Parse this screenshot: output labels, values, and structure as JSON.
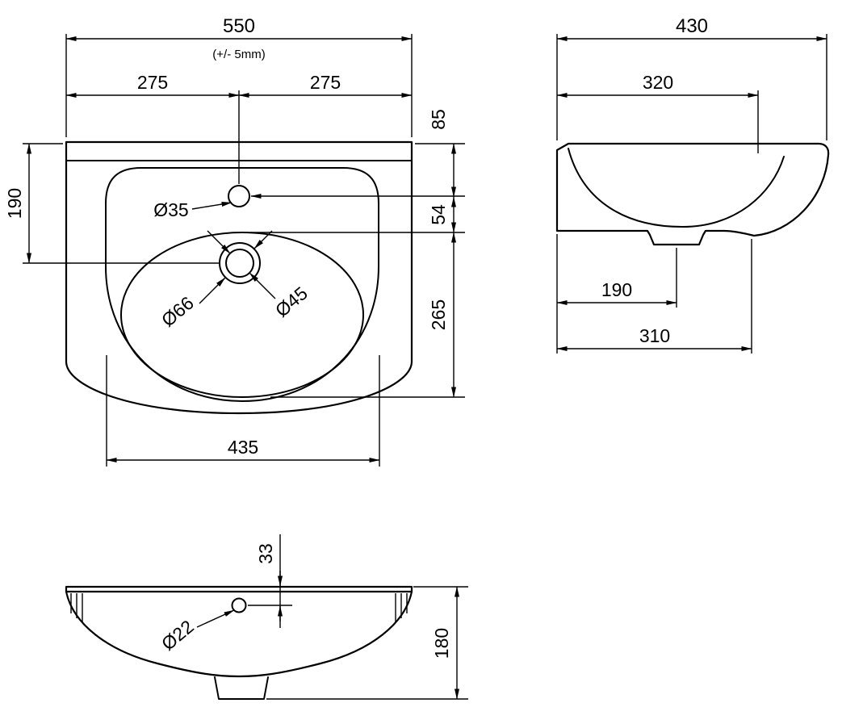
{
  "drawing": {
    "plan": {
      "overall_width": "550",
      "tolerance": "(+/- 5mm)",
      "half_width_left": "275",
      "half_width_right": "275",
      "rim_to_drain": "190",
      "rim_to_tap": "85",
      "tap_to_bowl": "54",
      "bowl_front_depth": "265",
      "bowl_width": "435",
      "tap_hole_dia": "Ø35",
      "waste_outer_dia": "Ø66",
      "waste_inner_dia": "Ø45"
    },
    "side": {
      "overall_depth": "430",
      "bowl_depth": "320",
      "waste_from_wall": "190",
      "base_depth": "310"
    },
    "front": {
      "tap_below_rim": "33",
      "tap_hole_dia": "Ø22",
      "overall_height": "180"
    },
    "colors": {
      "line": "#000000",
      "background": "#ffffff"
    }
  }
}
